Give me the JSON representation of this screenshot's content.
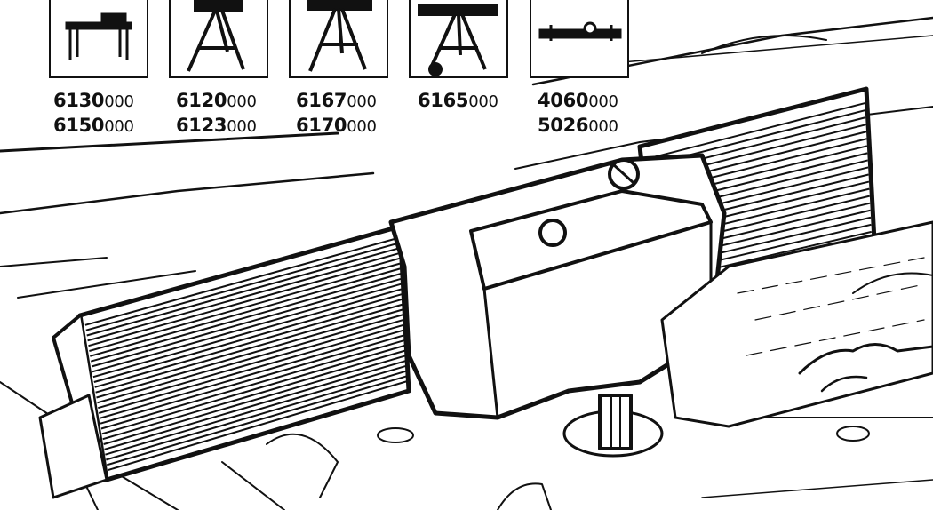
{
  "products": [
    {
      "icon": "table-stand-icon",
      "codes": [
        {
          "main": "6130",
          "suffix": "000"
        },
        {
          "main": "6150",
          "suffix": "000"
        }
      ]
    },
    {
      "icon": "tripod-stand-icon",
      "codes": [
        {
          "main": "6120",
          "suffix": "000"
        },
        {
          "main": "6123",
          "suffix": "000"
        }
      ]
    },
    {
      "icon": "tall-stand-icon",
      "codes": [
        {
          "main": "6167",
          "suffix": "000"
        },
        {
          "main": "6170",
          "suffix": "000"
        }
      ]
    },
    {
      "icon": "wheeled-stand-icon",
      "codes": [
        {
          "main": "6165",
          "suffix": "000"
        }
      ]
    },
    {
      "icon": "rail-clamp-icon",
      "codes": [
        {
          "main": "4060",
          "suffix": "000"
        },
        {
          "main": "5026",
          "suffix": "000"
        }
      ]
    }
  ]
}
